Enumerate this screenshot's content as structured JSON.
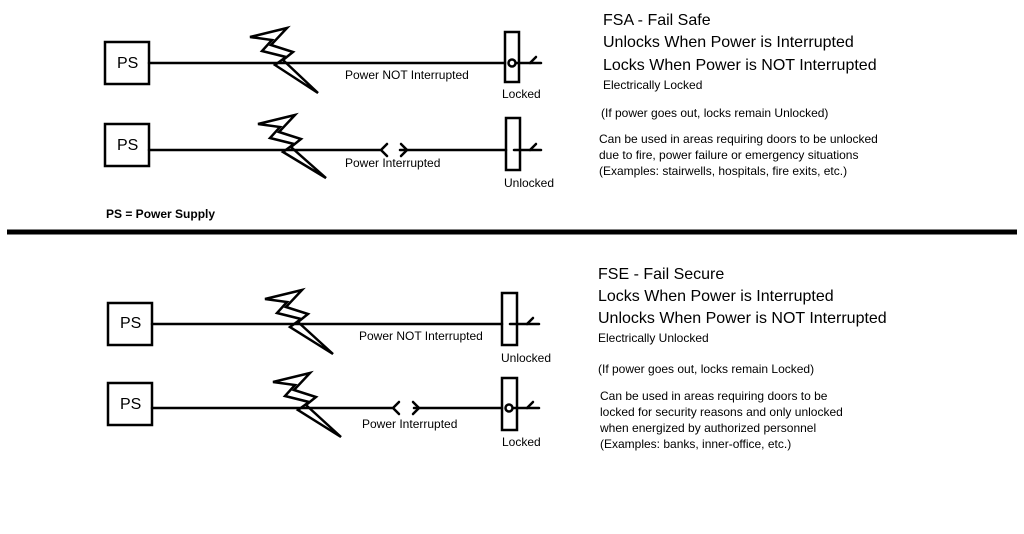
{
  "legend": "PS = Power Supply",
  "fsa": {
    "title": "FSA - Fail Safe",
    "line1": "Unlocks When Power is Interrupted",
    "line2": "Locks When Power is NOT Interrupted",
    "subtitle": "Electrically Locked",
    "note": "(If power goes out, locks remain Unlocked)",
    "desc1": "Can be used in areas requiring doors to be unlocked",
    "desc2": "due to fire, power failure or emergency situations",
    "desc3": "(Examples: stairwells, hospitals, fire exits, etc.)",
    "circuit1": {
      "ps": "PS",
      "power": "Power NOT Interrupted",
      "state": "Locked"
    },
    "circuit2": {
      "ps": "PS",
      "power": "Power Interrupted",
      "state": "Unlocked"
    }
  },
  "fse": {
    "title": "FSE - Fail Secure",
    "line1": "Locks When Power is Interrupted",
    "line2": "Unlocks When Power is NOT Interrupted",
    "subtitle": "Electrically Unlocked",
    "note": "(If power goes out, locks remain Locked)",
    "desc1": "Can be used in areas requiring doors to be",
    "desc2": "locked for security reasons and only unlocked",
    "desc3": "when energized by authorized personnel",
    "desc4": "(Examples: banks, inner-office, etc.)",
    "circuit1": {
      "ps": "PS",
      "power": "Power NOT Interrupted",
      "state": "Unlocked"
    },
    "circuit2": {
      "ps": "PS",
      "power": "Power Interrupted",
      "state": "Locked"
    }
  }
}
